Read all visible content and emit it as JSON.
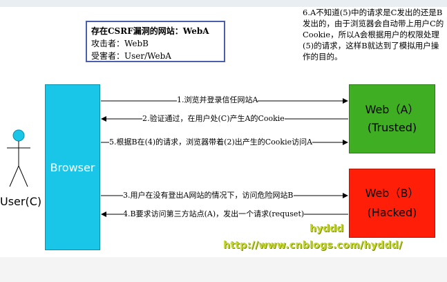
{
  "info": {
    "title": "存在CSRF漏洞的网站：WebA",
    "attacker": "攻击者：WebB",
    "victim": "受害者：User/WebA"
  },
  "note": "6.A不知道(5)中的请求是C发出的还是B发出的，由于浏览器会自动带上用户C的Cookie，所以A会根据用户的权限处理(5)的请求，这样B就达到了模拟用户操作的目的。",
  "browser_label": "Browser",
  "user_label": "User(C)",
  "web_a": {
    "line1": "Web（A）",
    "line2": "(Trusted)"
  },
  "web_b": {
    "line1": "Web（B）",
    "line2": "(Hacked)"
  },
  "steps": {
    "s1": "1.浏览并登录信任网站A",
    "s2": "2.验证通过，在用户处(C)产生A的Cookie",
    "s5": "5.根据B在(4)的请求，浏览器带着(2)出产生的Cookie访问A",
    "s3": "3.用户在没有登出A网站的情况下，访问危险网站B",
    "s4": "4.B要求访问第三方站点(A)，发出一个请求(requset)"
  },
  "watermark": {
    "name": "hyddd",
    "url": "http://www.cnblogs.com/hyddd/"
  },
  "colors": {
    "browser": "#1ac6e8",
    "web_a": "#3fae23",
    "web_b": "#ff1f08",
    "info_border": "#4a5fae"
  }
}
